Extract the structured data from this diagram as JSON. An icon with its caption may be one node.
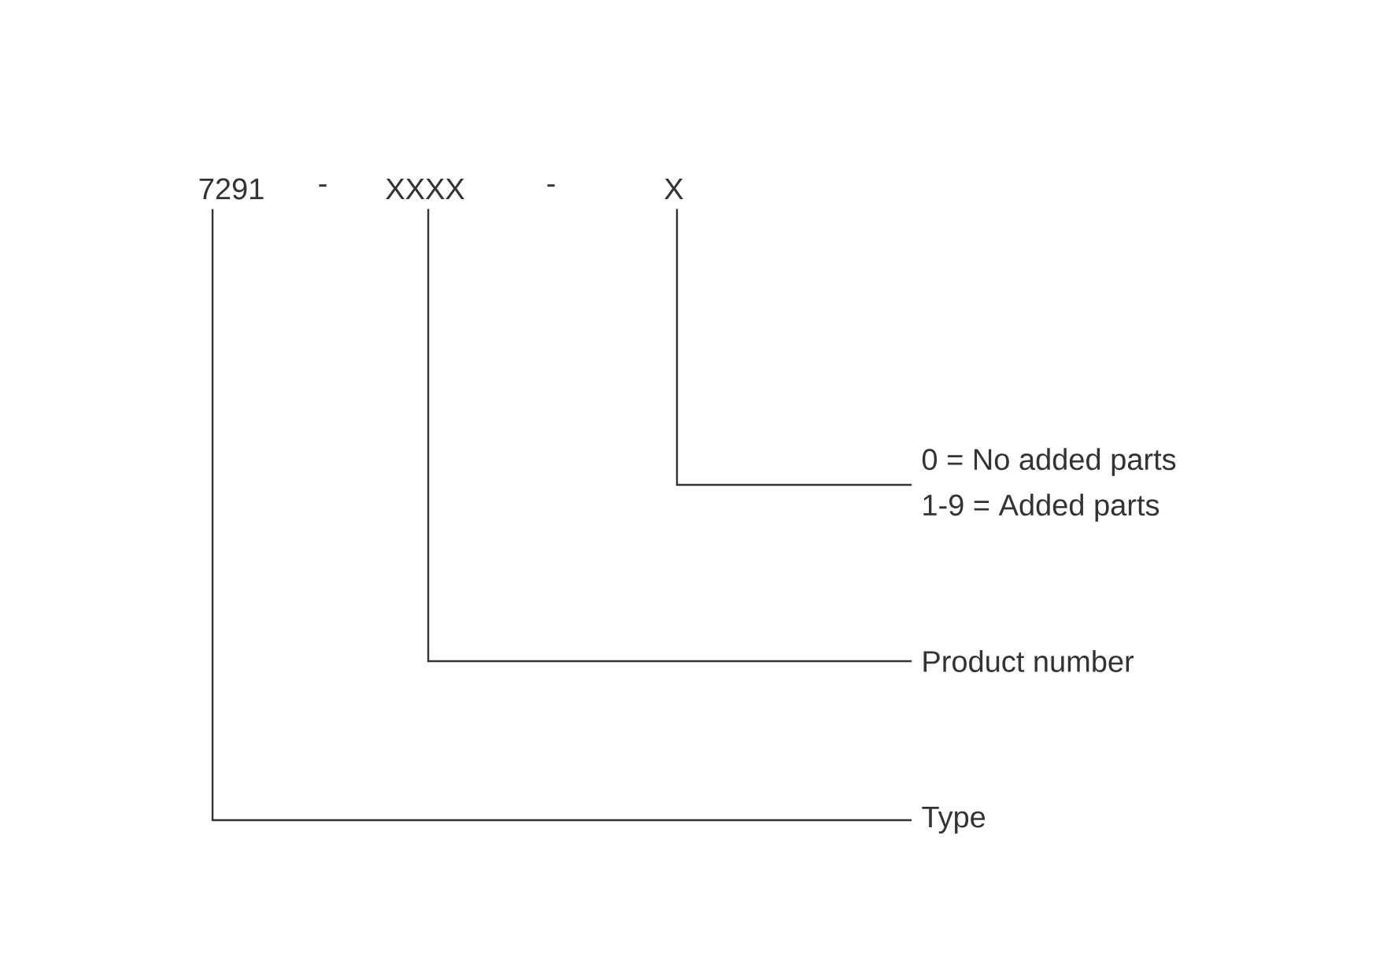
{
  "diagram": {
    "nodes": [
      {
        "text": [
          "7291"
        ]
      },
      {
        "text": [
          "XXXX"
        ]
      },
      {
        "text": [
          "X"
        ]
      },
      {
        "text": [
          "0 = No added parts",
          "1-9 = Added parts"
        ]
      },
      {
        "text": [
          "Product number"
        ]
      },
      {
        "text": [
          "Type"
        ]
      }
    ],
    "edges": [
      {
        "from": 2,
        "to": 3,
        "arrow": "none"
      },
      {
        "from": 1,
        "to": 4,
        "arrow": "none"
      },
      {
        "from": 0,
        "to": 5,
        "arrow": "none"
      }
    ],
    "labels": [
      "-",
      "-"
    ]
  }
}
